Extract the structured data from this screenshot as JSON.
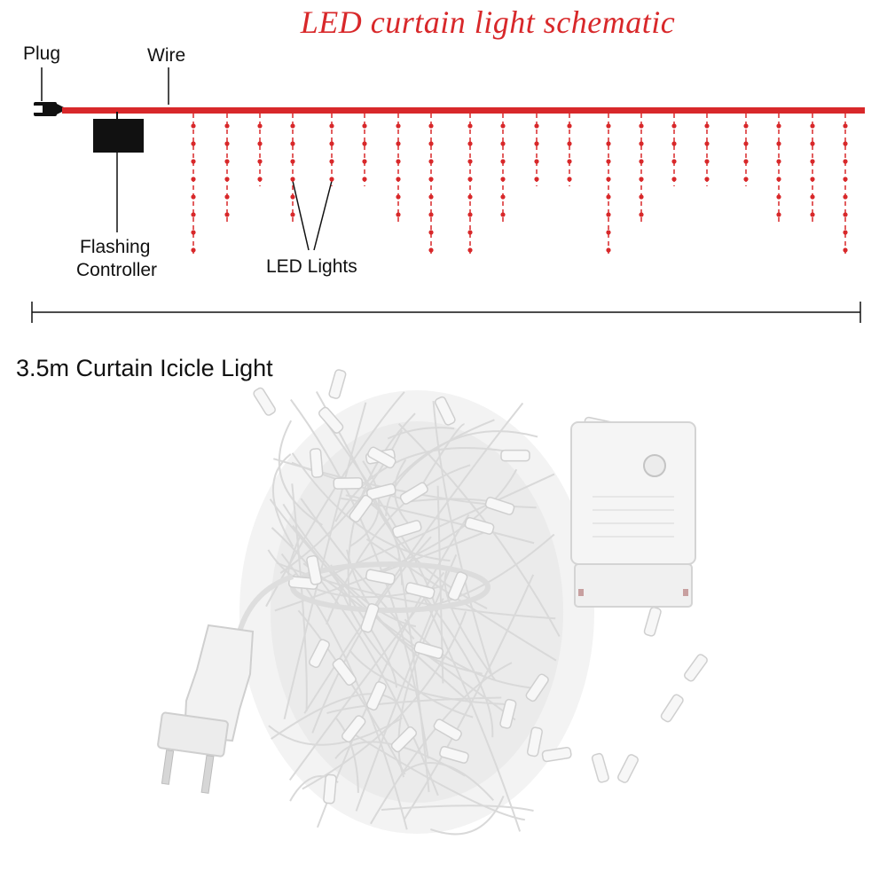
{
  "schematic": {
    "title": "LED curtain light schematic",
    "labels": {
      "plug": "Plug",
      "wire": "Wire",
      "controller_line1": "Flashing",
      "controller_line2": "Controller",
      "leds": "LED Lights"
    },
    "wire_color": "#d8282a",
    "strands": [
      {
        "pos": 218,
        "len": 4
      },
      {
        "pos": 256,
        "len": 3
      },
      {
        "pos": 293,
        "len": 2
      },
      {
        "pos": 330,
        "len": 3
      },
      {
        "pos": 374,
        "len": 2
      },
      {
        "pos": 411,
        "len": 2
      },
      {
        "pos": 449,
        "len": 3
      },
      {
        "pos": 486,
        "len": 4
      },
      {
        "pos": 530,
        "len": 4
      },
      {
        "pos": 567,
        "len": 3
      },
      {
        "pos": 605,
        "len": 2
      },
      {
        "pos": 642,
        "len": 2
      },
      {
        "pos": 686,
        "len": 4
      },
      {
        "pos": 723,
        "len": 3
      },
      {
        "pos": 760,
        "len": 2
      },
      {
        "pos": 797,
        "len": 2
      },
      {
        "pos": 841,
        "len": 2
      },
      {
        "pos": 878,
        "len": 3
      },
      {
        "pos": 916,
        "len": 3
      },
      {
        "pos": 953,
        "len": 4
      }
    ]
  },
  "dimension": {
    "label": "3.5m Curtain Icicle Light"
  }
}
